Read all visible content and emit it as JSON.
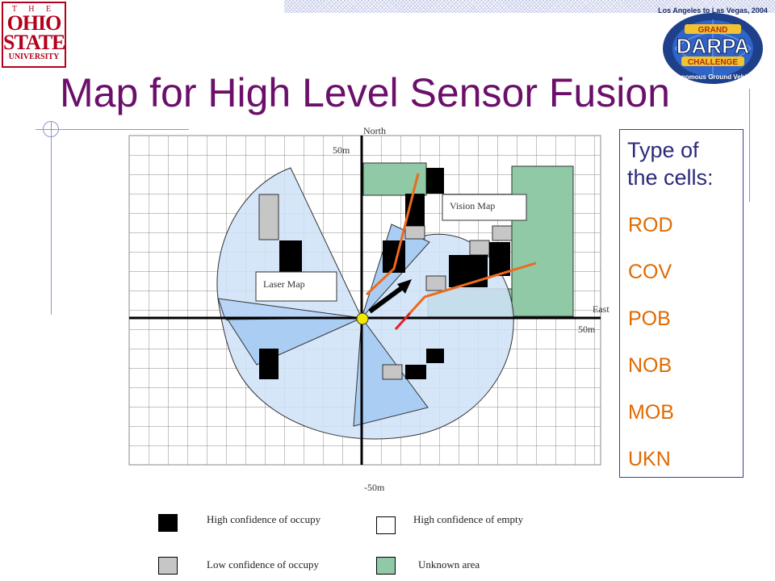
{
  "title": "Map for High Level Sensor Fusion",
  "logo_left": {
    "top": "T H E",
    "line1": "OHIO",
    "line2": "STATE",
    "line3": "UNIVERSITY"
  },
  "logo_right": {
    "arc_text": "Los Angeles to Las Vegas, 2004",
    "grand": "GRAND",
    "darpa": "DARPA",
    "challenge": "CHALLENGE",
    "bottom": "Autonomous Ground Vehicles"
  },
  "map": {
    "north_label": "North",
    "east_label": "East",
    "y_top_label": "50m",
    "x_right_label": "50m",
    "y_bottom_label": "-50m",
    "laser_map_label": "Laser Map",
    "vision_map_label": "Vision Map"
  },
  "cells_panel": {
    "title_line1": "Type of",
    "title_line2": "the cells:",
    "types": [
      "ROD",
      "COV",
      "POB",
      "NOB",
      "MOB",
      "UKN"
    ]
  },
  "legend": {
    "high_occupy": "High confidence of occupy",
    "high_empty": "High confidence of empty",
    "low_occupy": "Low confidence of occupy",
    "unknown": "Unknown area"
  },
  "colors": {
    "title": "#6b0f6b",
    "cell_types": "#e06a00",
    "laser_fill": "#cfe2f8",
    "unknown_fill": "#8fc9a6",
    "path": "#ee6a1c"
  }
}
